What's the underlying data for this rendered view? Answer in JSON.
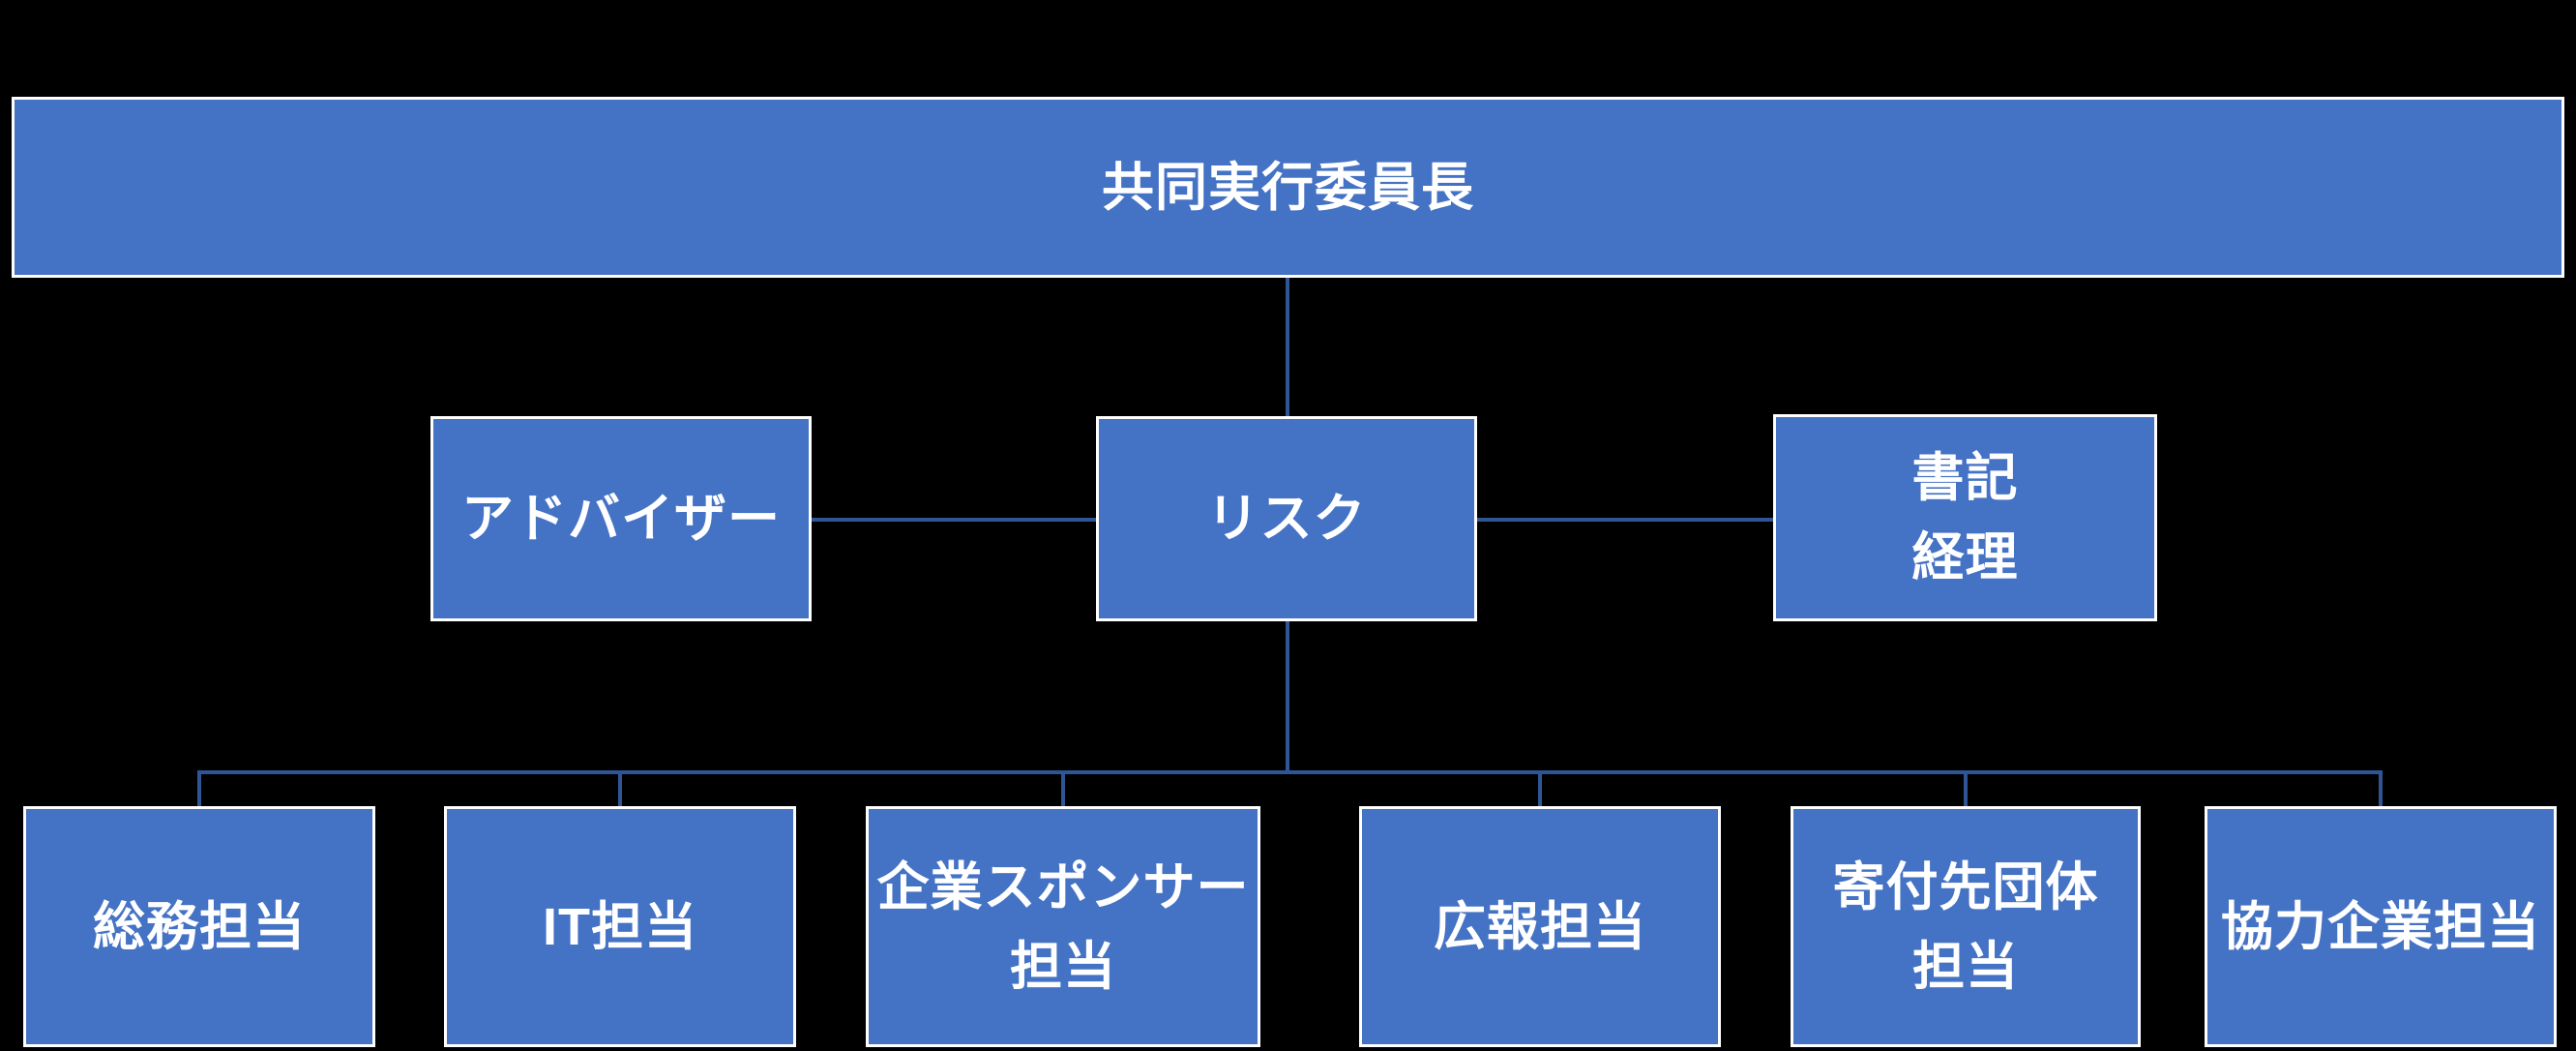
{
  "colors": {
    "bg": "#000000",
    "box_fill": "#4472C4",
    "box_border": "#FFFFFF",
    "connector": "#2F5597",
    "text": "#FFFFFF"
  },
  "org_chart": {
    "nodes": {
      "chair": {
        "label": "共同実行委員長"
      },
      "advisor": {
        "label": "アドバイザー"
      },
      "risk": {
        "label": "リスク"
      },
      "secretary": {
        "lines": [
          "書記",
          "経理"
        ]
      },
      "general": {
        "label": "総務担当"
      },
      "it": {
        "label": "IT担当"
      },
      "sponsor": {
        "lines": [
          "企業スポンサー",
          "担当"
        ]
      },
      "pr": {
        "label": "広報担当"
      },
      "donation": {
        "lines": [
          "寄付先団体",
          "担当"
        ]
      },
      "partner": {
        "label": "協力企業担当"
      }
    }
  }
}
